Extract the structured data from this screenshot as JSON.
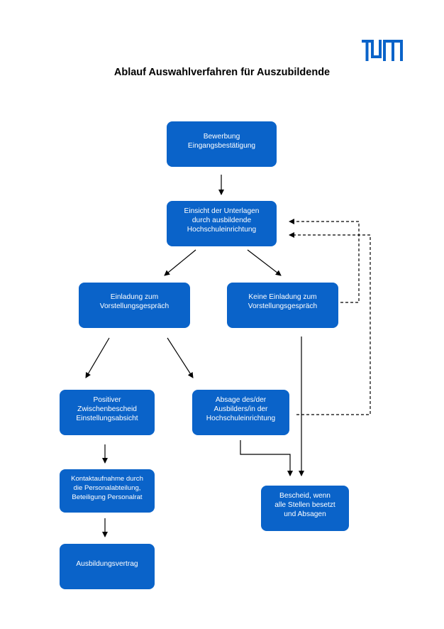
{
  "title": "Ablauf Auswahlverfahren für Auszubildende",
  "logo": {
    "colors": {
      "primary": "#0a63c9"
    }
  },
  "colors": {
    "box_fill": "#0a63c9",
    "box_text": "#ffffff",
    "arrow": "#000000"
  },
  "nodes": {
    "bewerbung": [
      "Bewerbung",
      "Eingangsbestätigung"
    ],
    "einsicht": [
      "Einsicht der Unterlagen",
      "durch ausbildende",
      "Hochschuleinrichtung"
    ],
    "einladung": [
      "Einladung zum",
      "Vorstellungsgespräch"
    ],
    "keine_einladung": [
      "Keine Einladung zum",
      "Vorstellungsgespräch"
    ],
    "positiver": [
      "Positiver",
      "Zwischenbescheid",
      "Einstellungsabsicht"
    ],
    "absage": [
      "Absage des/der",
      "Ausbilders/in der",
      "Hochschuleinrichtung"
    ],
    "kontakt": [
      "Kontaktaufnahme durch",
      "die Personalabteilung,",
      "Beteiligung Personalrat"
    ],
    "bescheid": [
      "Bescheid, wenn",
      "alle Stellen besetzt",
      "und Absagen"
    ],
    "vertrag": [
      "Ausbildungsvertrag"
    ]
  }
}
